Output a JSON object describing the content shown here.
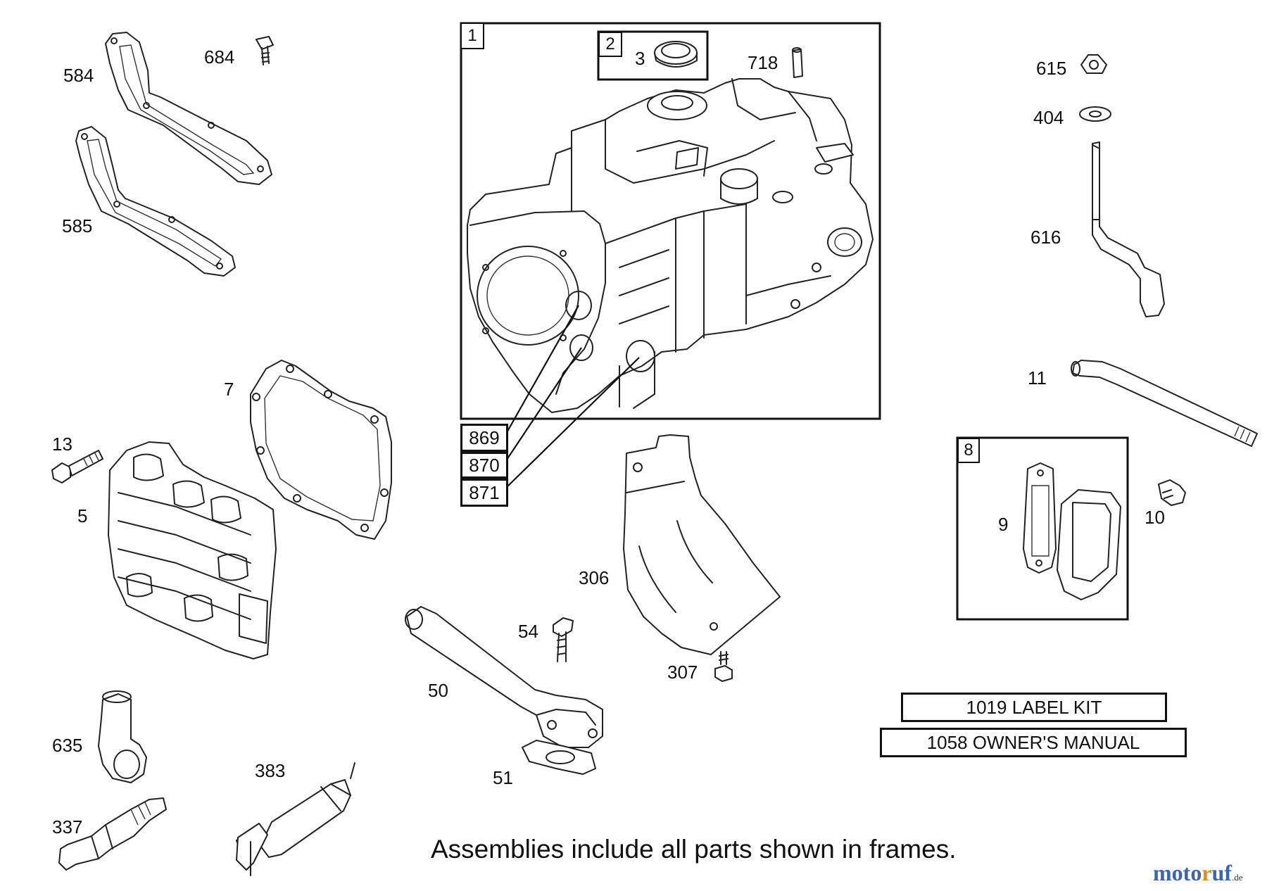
{
  "parts": {
    "p584": "584",
    "p684": "684",
    "p585": "585",
    "p1": "1",
    "p2": "2",
    "p3": "3",
    "p718": "718",
    "p615": "615",
    "p404": "404",
    "p616": "616",
    "p11": "11",
    "p7": "7",
    "p13": "13",
    "p5": "5",
    "p869": "869",
    "p870": "870",
    "p871": "871",
    "p8": "8",
    "p9": "9",
    "p10": "10",
    "p306": "306",
    "p54": "54",
    "p307": "307",
    "p50": "50",
    "p51": "51",
    "p635": "635",
    "p383": "383",
    "p337": "337"
  },
  "kits": {
    "label_kit": "1019 LABEL KIT",
    "owners_manual": "1058 OWNER'S MANUAL"
  },
  "note": "Assemblies include all parts shown in frames.",
  "watermark": {
    "a": "moto",
    "b": "r",
    "c": "uf",
    "suffix": ".de"
  }
}
